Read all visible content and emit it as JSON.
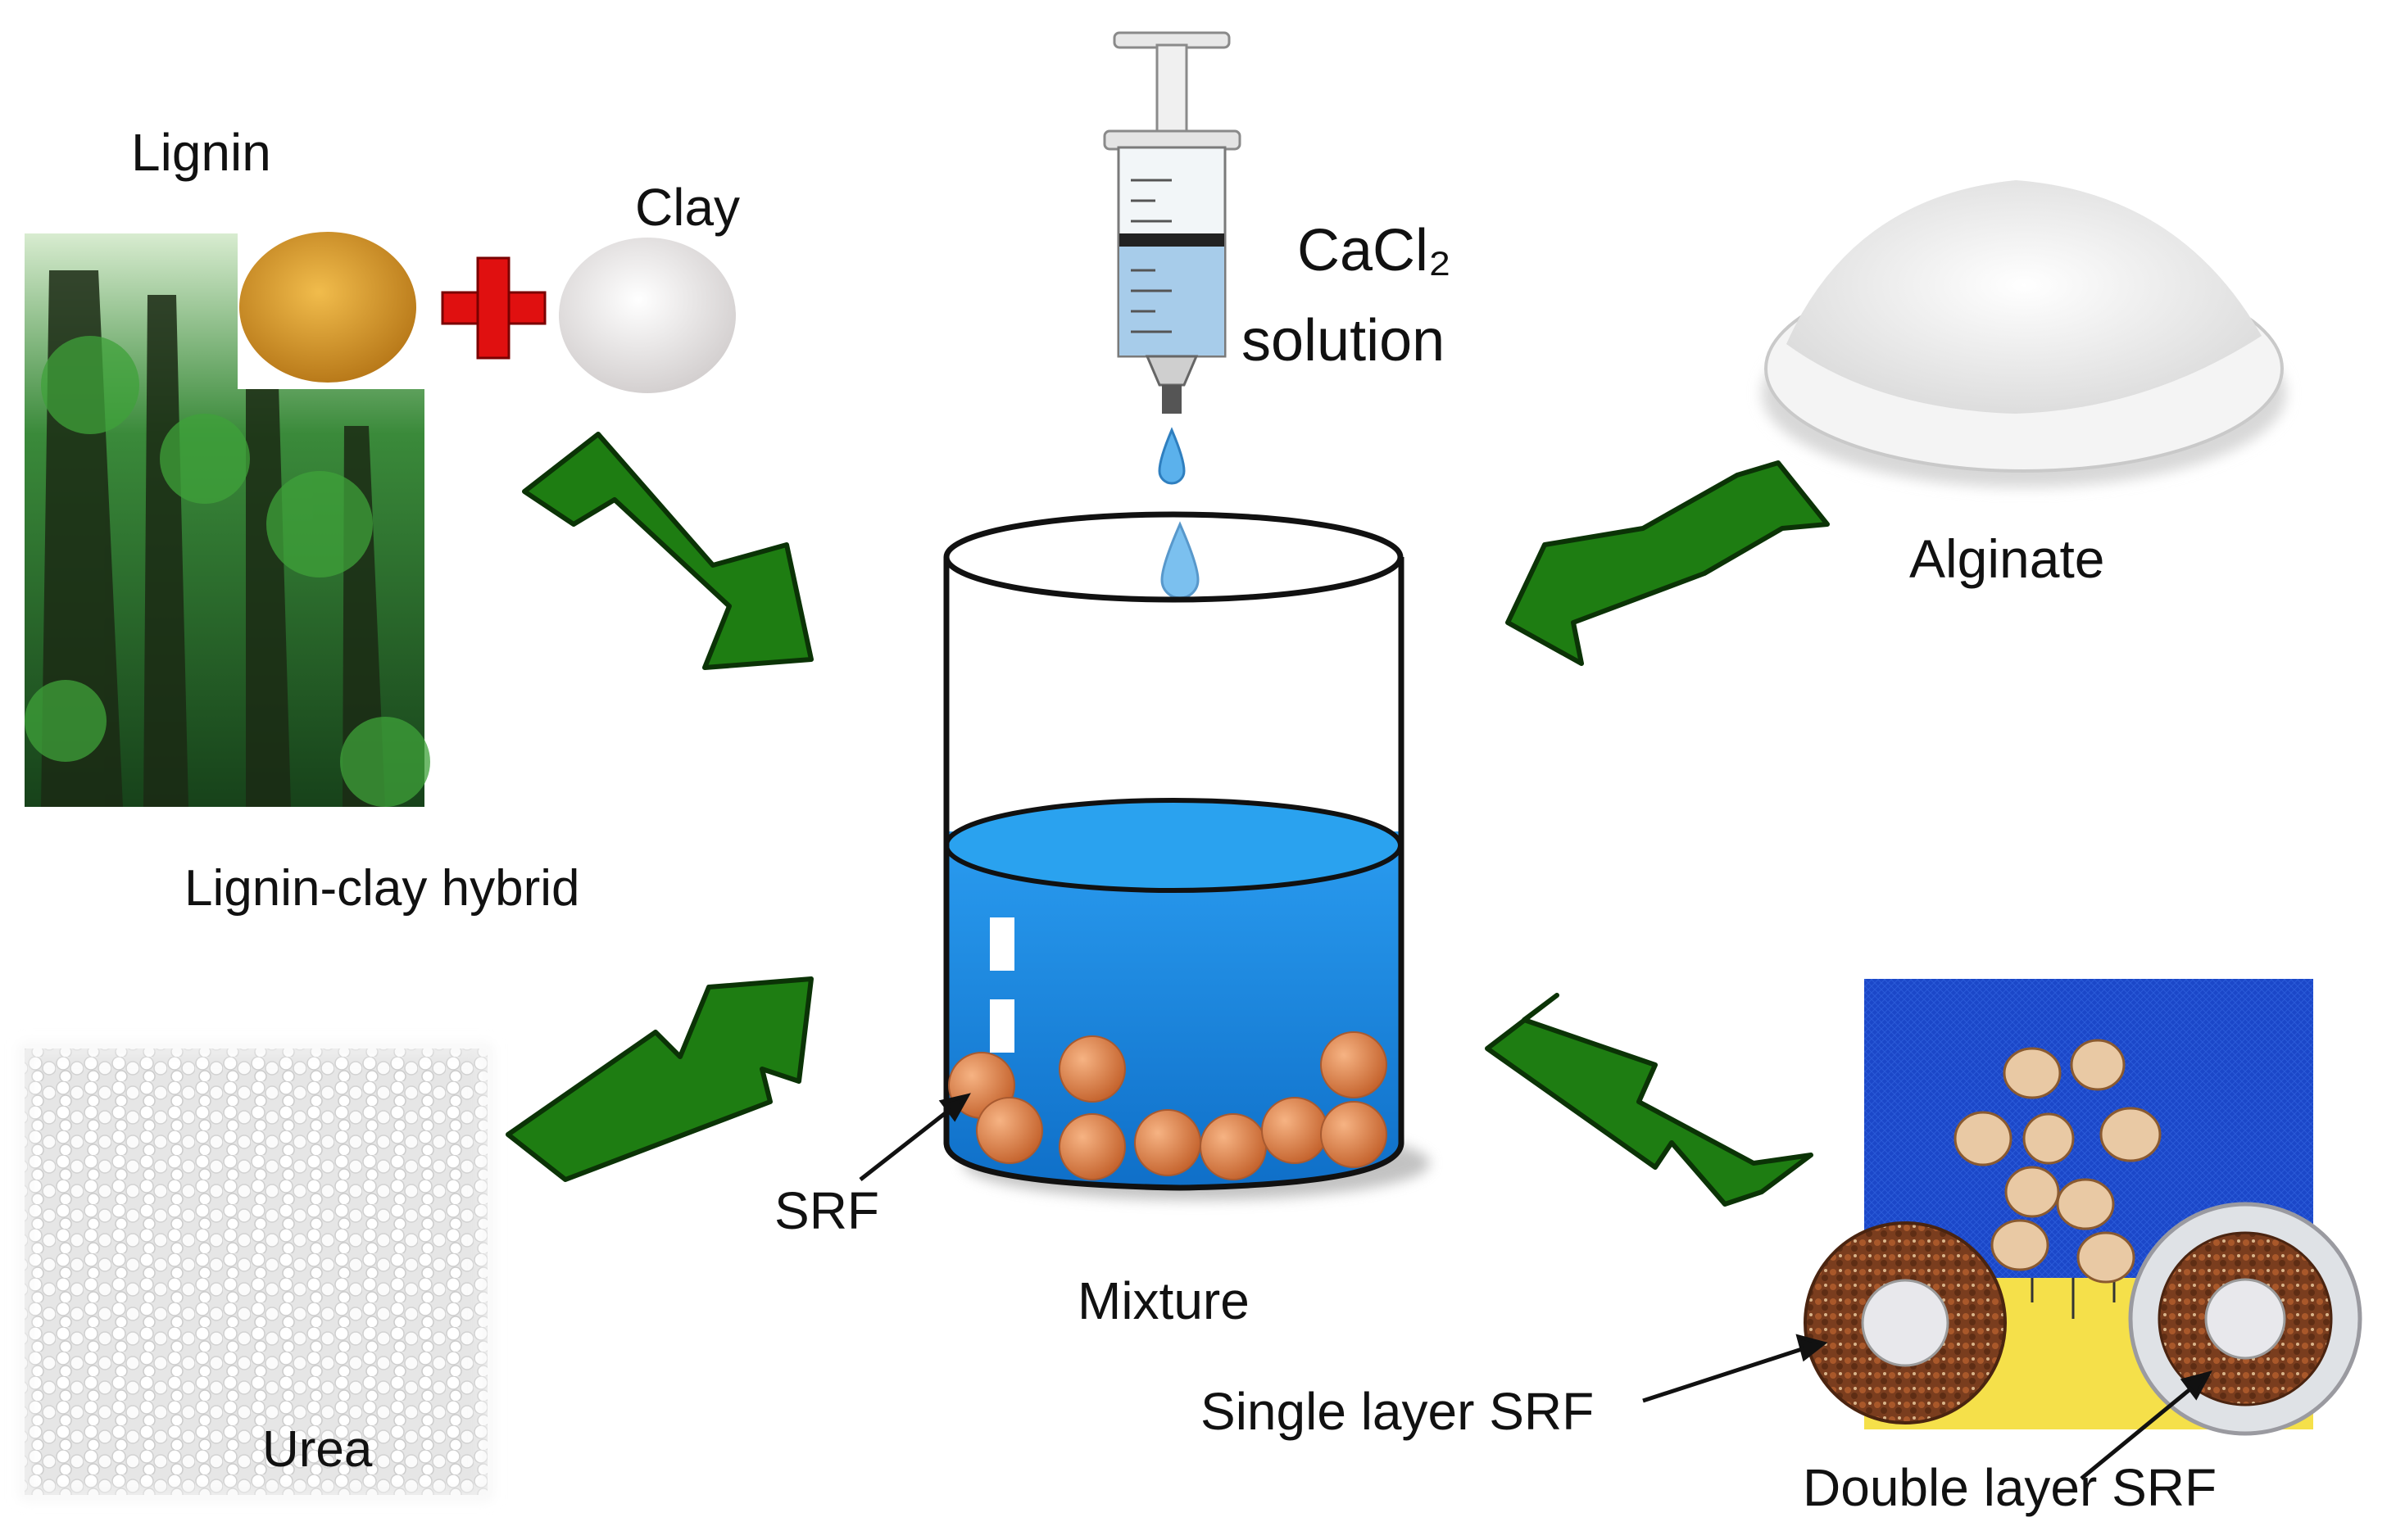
{
  "labels": {
    "lignin": "Lignin",
    "clay": "Clay",
    "cacl2": "CaCl₂",
    "solution": "solution",
    "alginate": "Alginate",
    "hybrid": "Lignin-clay hybrid",
    "urea": "Urea",
    "srf": "SRF",
    "mixture": "Mixture",
    "single_layer": "Single layer SRF",
    "double_layer": "Double layer SRF"
  },
  "colors": {
    "arrow_green": "#1e7d12",
    "plus_red": "#e01010",
    "water_blue": "#1e8fe0",
    "bead_orange": "#e08a4e",
    "lignin_powder": "#d99a2b",
    "cloth_blue": "#1b47c8",
    "ruler_yellow": "#f5e04a",
    "forest_green": "#2f7a2a"
  },
  "icons": [
    "syringe-icon",
    "droplet-icon",
    "beaker-icon",
    "plus-icon",
    "flow-arrow-icon"
  ]
}
